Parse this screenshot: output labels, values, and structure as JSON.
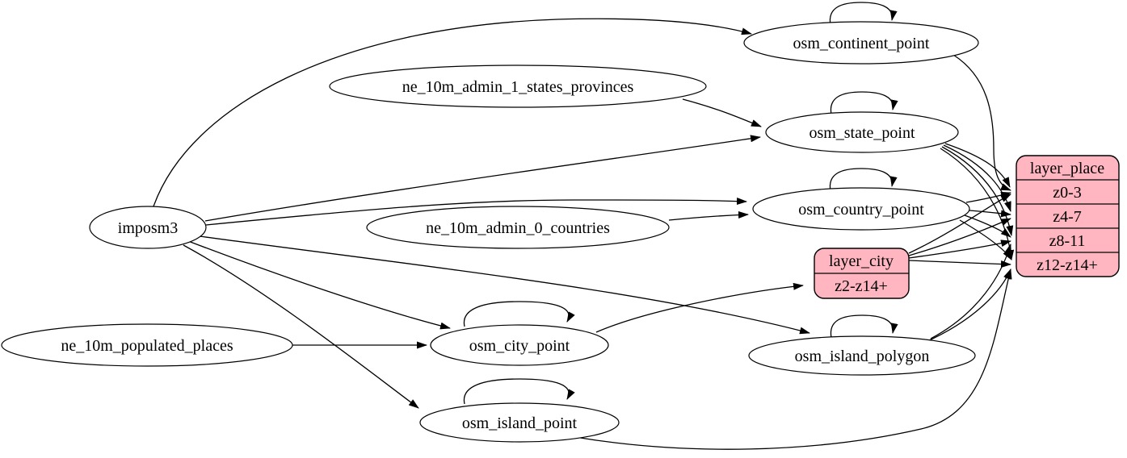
{
  "diagram": {
    "kind": "etl-graph",
    "background_color": "#ffffff",
    "edge_color": "#000000",
    "table_node_fill": "#ffffff",
    "layer_node_fill": "#ffb6c1",
    "border_color": "#000000",
    "nodes": {
      "imposm3": {
        "label": "imposm3",
        "type": "source"
      },
      "ne_10m_admin_1_states_provinces": {
        "label": "ne_10m_admin_1_states_provinces",
        "type": "source"
      },
      "ne_10m_admin_0_countries": {
        "label": "ne_10m_admin_0_countries",
        "type": "source"
      },
      "ne_10m_populated_places": {
        "label": "ne_10m_populated_places",
        "type": "source"
      },
      "osm_continent_point": {
        "label": "osm_continent_point",
        "type": "table"
      },
      "osm_state_point": {
        "label": "osm_state_point",
        "type": "table"
      },
      "osm_country_point": {
        "label": "osm_country_point",
        "type": "table"
      },
      "osm_city_point": {
        "label": "osm_city_point",
        "type": "table"
      },
      "osm_island_polygon": {
        "label": "osm_island_polygon",
        "type": "table"
      },
      "osm_island_point": {
        "label": "osm_island_point",
        "type": "table"
      }
    },
    "records": {
      "layer_city": {
        "title": "layer_city",
        "rows": [
          "z2-z14+"
        ]
      },
      "layer_place": {
        "title": "layer_place",
        "rows": [
          "z0-3",
          "z4-7",
          "z8-11",
          "z12-z14+"
        ]
      }
    },
    "edges": [
      {
        "from": "imposm3",
        "to": "osm_continent_point"
      },
      {
        "from": "imposm3",
        "to": "osm_state_point"
      },
      {
        "from": "imposm3",
        "to": "osm_country_point"
      },
      {
        "from": "imposm3",
        "to": "osm_city_point"
      },
      {
        "from": "imposm3",
        "to": "osm_island_polygon"
      },
      {
        "from": "imposm3",
        "to": "osm_island_point"
      },
      {
        "from": "ne_10m_admin_1_states_provinces",
        "to": "osm_state_point"
      },
      {
        "from": "ne_10m_admin_0_countries",
        "to": "osm_country_point"
      },
      {
        "from": "ne_10m_populated_places",
        "to": "osm_city_point"
      },
      {
        "from": "osm_continent_point",
        "to": "osm_continent_point"
      },
      {
        "from": "osm_state_point",
        "to": "osm_state_point"
      },
      {
        "from": "osm_country_point",
        "to": "osm_country_point"
      },
      {
        "from": "osm_city_point",
        "to": "osm_city_point"
      },
      {
        "from": "osm_island_polygon",
        "to": "osm_island_polygon"
      },
      {
        "from": "osm_island_point",
        "to": "osm_island_point"
      },
      {
        "from": "osm_continent_point",
        "to": "layer_place:z0-3"
      },
      {
        "from": "osm_state_point",
        "to": "layer_place:z0-3"
      },
      {
        "from": "osm_state_point",
        "to": "layer_place:z4-7"
      },
      {
        "from": "osm_state_point",
        "to": "layer_place:z8-11"
      },
      {
        "from": "osm_state_point",
        "to": "layer_place:z12-z14+"
      },
      {
        "from": "osm_country_point",
        "to": "layer_place:z0-3"
      },
      {
        "from": "osm_country_point",
        "to": "layer_place:z4-7"
      },
      {
        "from": "osm_country_point",
        "to": "layer_place:z8-11"
      },
      {
        "from": "osm_country_point",
        "to": "layer_place:z12-z14+"
      },
      {
        "from": "osm_city_point",
        "to": "layer_city:z2-z14+"
      },
      {
        "from": "layer_city",
        "to": "layer_place:z0-3"
      },
      {
        "from": "layer_city",
        "to": "layer_place:z4-7"
      },
      {
        "from": "layer_city",
        "to": "layer_place:z8-11"
      },
      {
        "from": "layer_city",
        "to": "layer_place:z12-z14+"
      },
      {
        "from": "osm_island_polygon",
        "to": "layer_place:z8-11"
      },
      {
        "from": "osm_island_polygon",
        "to": "layer_place:z12-z14+"
      },
      {
        "from": "osm_island_point",
        "to": "layer_place:z12-z14+"
      }
    ]
  }
}
